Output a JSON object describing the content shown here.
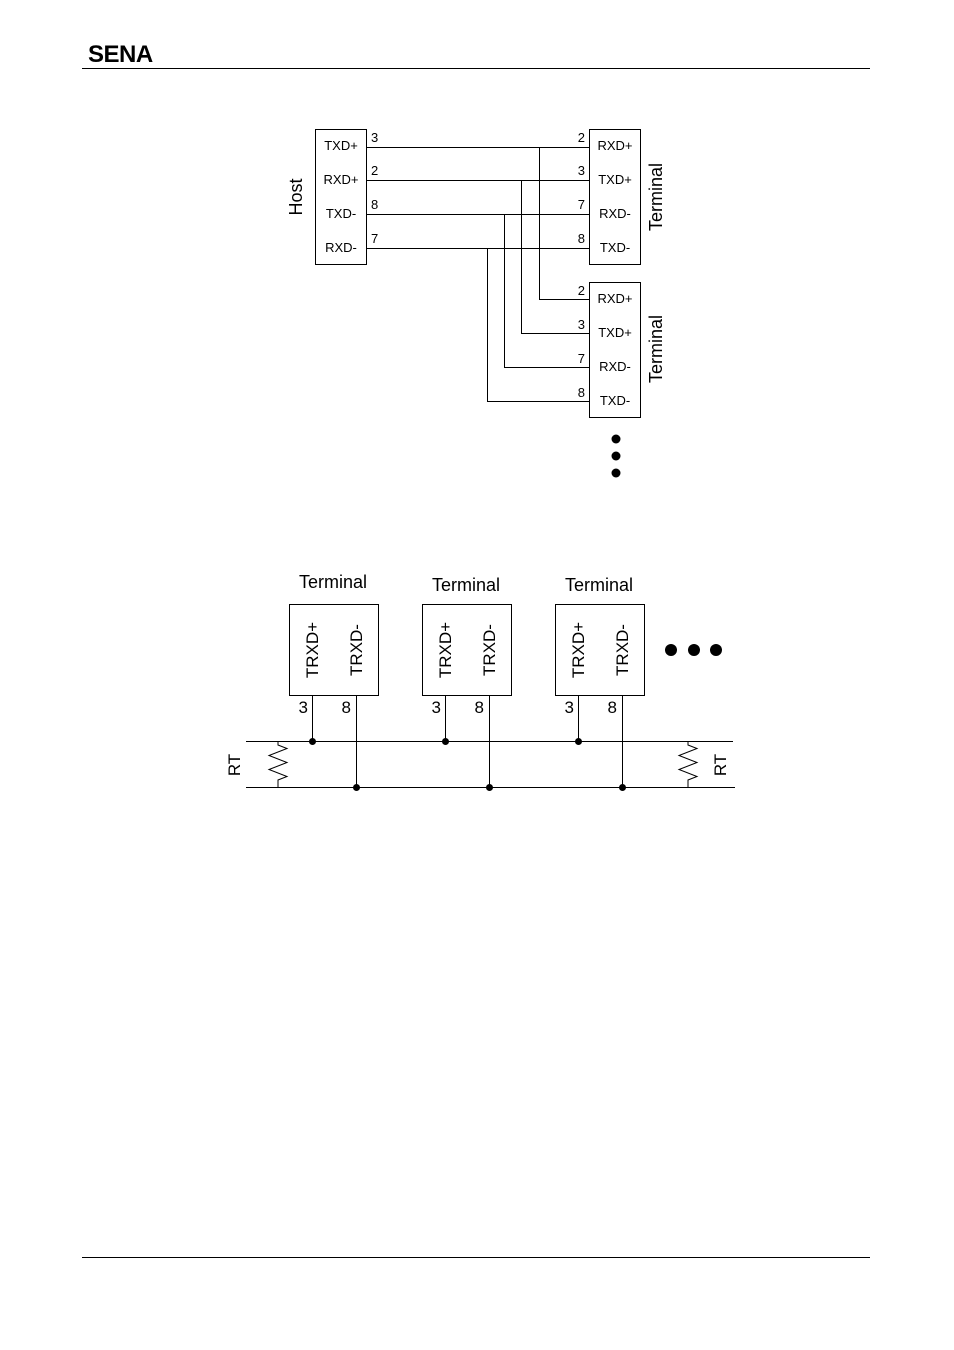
{
  "header": {
    "brand": "SENA",
    "brand_color": "#b3171c"
  },
  "diagram1": {
    "host": {
      "label": "Host",
      "signals": [
        "TXD+",
        "RXD+",
        "TXD-",
        "RXD-"
      ],
      "pins": [
        "3",
        "2",
        "8",
        "7"
      ]
    },
    "terminal_1": {
      "label": "Terminal",
      "signals": [
        "RXD+",
        "TXD+",
        "RXD-",
        "TXD-"
      ],
      "pins": [
        "2",
        "3",
        "7",
        "8"
      ]
    },
    "terminal_2": {
      "label": "Terminal",
      "signals": [
        "RXD+",
        "TXD+",
        "RXD-",
        "TXD-"
      ],
      "pins": [
        "2",
        "3",
        "7",
        "8"
      ]
    }
  },
  "diagram2": {
    "terminals": [
      {
        "label": "Terminal",
        "signals": [
          "TRXD+",
          "TRXD-"
        ],
        "pins": [
          "3",
          "8"
        ]
      },
      {
        "label": "Terminal",
        "signals": [
          "TRXD+",
          "TRXD-"
        ],
        "pins": [
          "3",
          "8"
        ]
      },
      {
        "label": "Terminal",
        "signals": [
          "TRXD+",
          "TRXD-"
        ],
        "pins": [
          "3",
          "8"
        ]
      }
    ],
    "termination_left": "RT",
    "termination_right": "RT"
  }
}
